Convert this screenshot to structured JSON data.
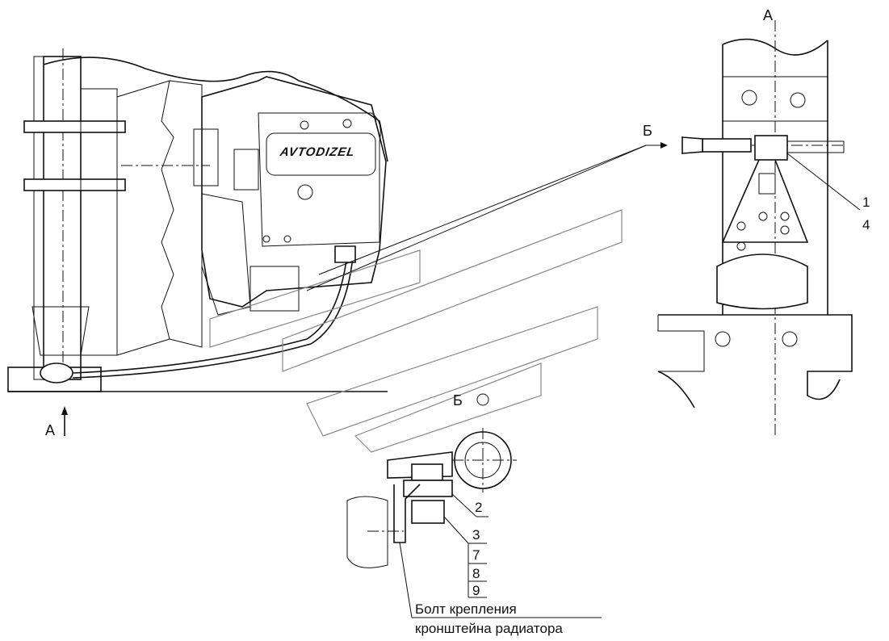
{
  "view_labels": {
    "view_a_arrow": "А",
    "view_a_title": "А",
    "view_b_arrow": "Б",
    "view_b_title": "Б"
  },
  "callouts": {
    "c1": "1",
    "c4": "4",
    "c2": "2",
    "c3": "3",
    "c7": "7",
    "c8": "8",
    "c9": "9"
  },
  "logo_text": "AVTODIZEL",
  "note": {
    "line1": "Болт крепления",
    "line2": "кронштейна радиатора"
  }
}
